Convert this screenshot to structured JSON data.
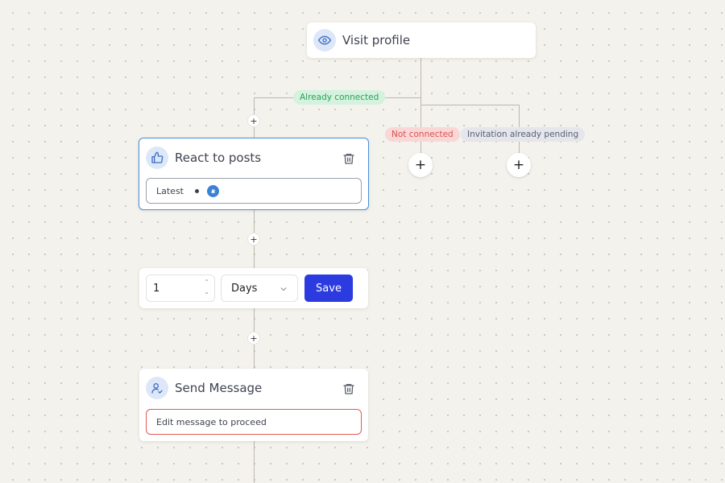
{
  "root_node": {
    "label": "Visit profile",
    "icon": "eye-icon"
  },
  "branches": {
    "connected": {
      "label": "Already connected",
      "color": "#2f9e5b",
      "bg": "#d4f2dd"
    },
    "not_connected": {
      "label": "Not connected",
      "color": "#d9534f",
      "bg": "#f9d7d7"
    },
    "pending": {
      "label": "Invitation already pending",
      "color": "#5a6070",
      "bg": "#e5e6ec"
    }
  },
  "react_node": {
    "title": "React to posts",
    "icon": "thumbs-up-icon",
    "option_label": "Latest",
    "reaction_icon": "clap-reaction-icon",
    "border_color": "#4a90d9"
  },
  "delay_node": {
    "value": "1",
    "unit": "Days",
    "save_label": "Save",
    "save_color": "#2b3be0"
  },
  "message_node": {
    "title": "Send Message",
    "icon": "user-check-icon",
    "hint": "Edit message to proceed",
    "hint_border_color": "#e05a52"
  },
  "add_label": "+"
}
